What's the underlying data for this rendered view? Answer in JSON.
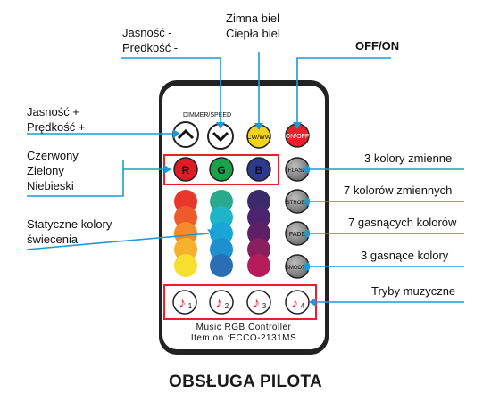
{
  "labels": {
    "brightness_down": "Jasność -",
    "speed_down": "Prędkość -",
    "cold_white": "Zimna biel",
    "warm_white": "Ciepła biel",
    "off_on": "OFF/ON",
    "brightness_up": "Jasność +",
    "speed_up": "Prędkość +",
    "red": "Czerwony",
    "green": "Zielony",
    "blue": "Niebieski",
    "static_colors_1": "Statyczne kolory",
    "static_colors_2": "świecenia",
    "three_changing": "3 kolory zmienne",
    "seven_changing": "7 kolorów zmiennych",
    "seven_fading": "7 gasnących kolorów",
    "three_fading": "3 gasnące kolory",
    "music_modes": "Tryby muzyczne"
  },
  "remote": {
    "dimmer_speed": "DIMMER/SPEED",
    "cw_ww": "CW/WW",
    "on_off": "ON/OFF",
    "r": "R",
    "g": "G",
    "b": "B",
    "flash": "FLASH",
    "strobe": "STROBE",
    "fade": "FADE",
    "smooth": "SMOOTH",
    "music_buttons": [
      "1",
      "2",
      "3",
      "4"
    ],
    "model_line1": "Music RGB Controller",
    "model_line2": "Item on.:ECCO-2131MS"
  },
  "title": "OBSŁUGA PILOTA",
  "colors": {
    "accent_line": "#1a9ad7",
    "highlight_box": "#e8202a",
    "remote_body": "#222222",
    "red_button": "#e01b24",
    "green_button": "#1aa34a",
    "blue_button": "#2d3a8c",
    "cw_ww_button": "#f2d21c",
    "on_off_button": "#e8202a"
  }
}
